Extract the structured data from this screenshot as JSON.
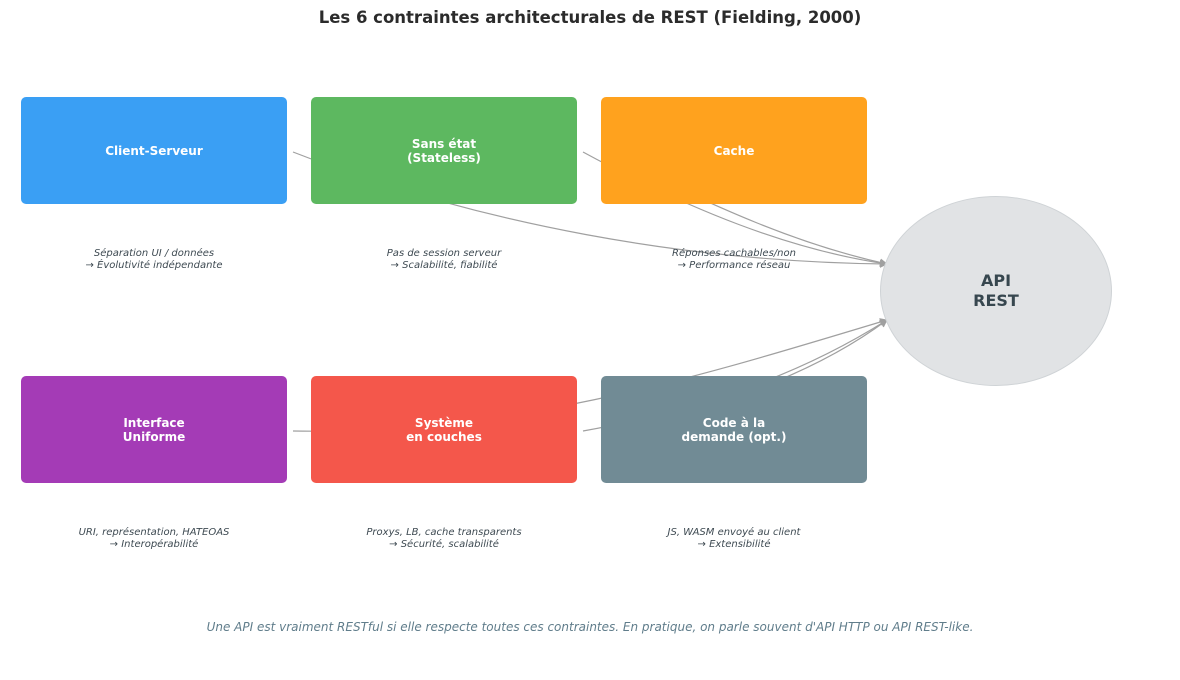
{
  "title": "Les 6 contraintes architecturales de REST (Fielding, 2000)",
  "center": {
    "label": "API\nREST",
    "color": "#e1e3e5"
  },
  "constraints": [
    {
      "label": "Client-Serveur",
      "color": "#3a9ff4",
      "desc": "Séparation UI / données\n→ Évolutivité indépendante"
    },
    {
      "label": "Sans état\n(Stateless)",
      "color": "#5db860",
      "desc": "Pas de session serveur\n→ Scalabilité, fiabilité"
    },
    {
      "label": "Cache",
      "color": "#ffa21e",
      "desc": "Réponses cachables/non\n→ Performance réseau"
    },
    {
      "label": "Interface\nUniforme",
      "color": "#a43bb6",
      "desc": "URI, représentation, HATEOAS\n→ Interopérabilité"
    },
    {
      "label": "Système\nen couches",
      "color": "#f4574b",
      "desc": "Proxys, LB, cache transparents\n→ Sécurité, scalabilité"
    },
    {
      "label": "Code à la\ndemande (opt.)",
      "color": "#718b95",
      "desc": "JS, WASM envoyé au client\n→ Extensibilité"
    }
  ],
  "footer": "Une API est vraiment RESTful si elle respecte toutes ces contraintes. En pratique, on parle souvent d'API HTTP ou API REST-like."
}
